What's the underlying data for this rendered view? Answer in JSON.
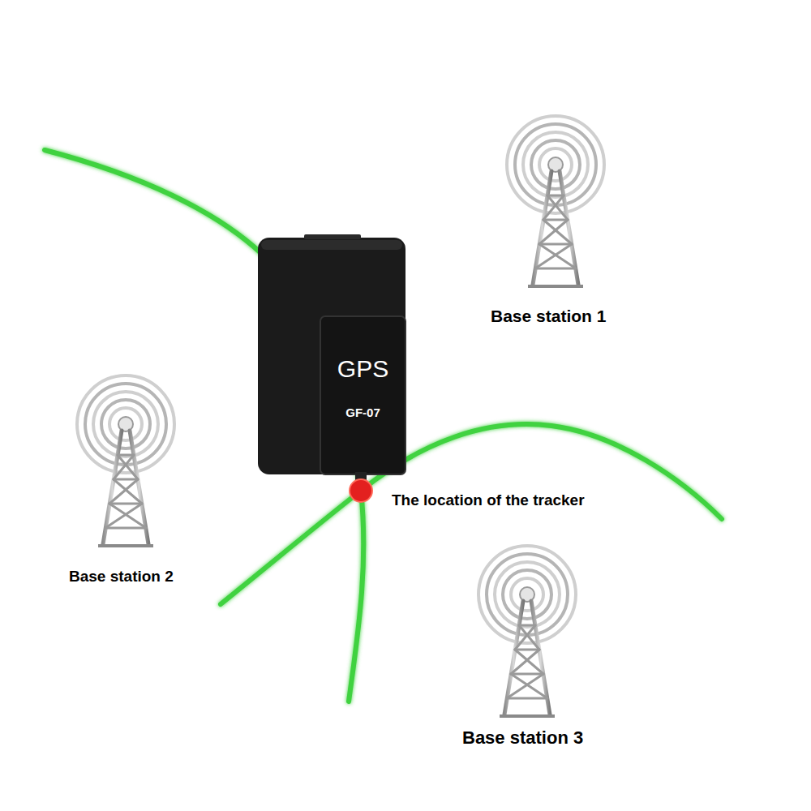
{
  "diagram": {
    "nodes": [
      {
        "text": [
          "GPS",
          "GF-07"
        ]
      }
    ],
    "labels": [
      "Base station 1",
      "Base station 2",
      "The location of the tracker",
      "Base station 3"
    ]
  }
}
